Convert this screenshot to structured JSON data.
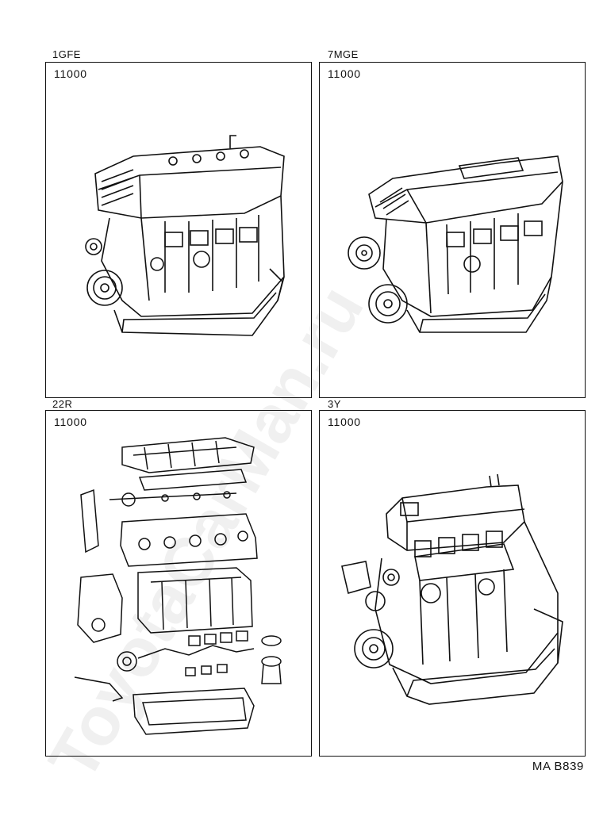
{
  "panels": [
    {
      "engine": "1GFE",
      "part_number": "11000"
    },
    {
      "engine": "7MGE",
      "part_number": "11000"
    },
    {
      "engine": "22R",
      "part_number": "11000"
    },
    {
      "engine": "3Y",
      "part_number": "11000"
    }
  ],
  "footer": {
    "code": "MA B839"
  },
  "watermark": {
    "text": "ToyotaCarMan.ru"
  }
}
